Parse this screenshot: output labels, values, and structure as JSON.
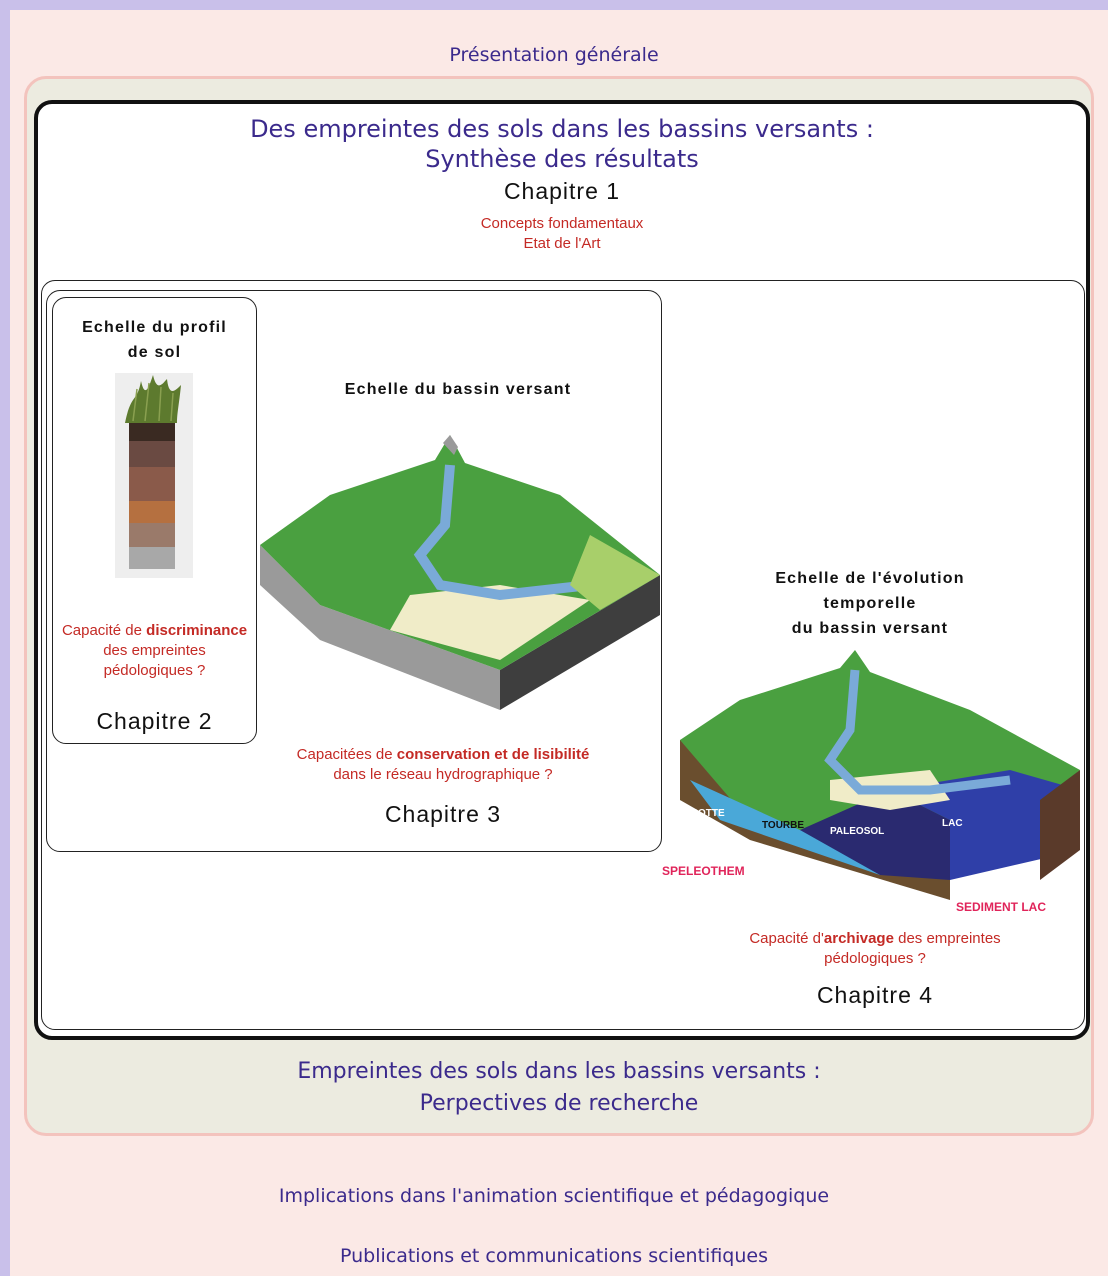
{
  "header": {
    "title": "Présentation générale"
  },
  "main": {
    "title_line1": "Des empreintes des sols dans les bassins versants :",
    "title_line2": "Synthèse des résultats",
    "chapitre1": {
      "label": "Chapitre 1",
      "sub1": "Concepts fondamentaux",
      "sub2": "Etat de l'Art"
    },
    "profil": {
      "title_line1": "Echelle du profil",
      "title_line2": "de sol",
      "q_prefix": "Capacité de ",
      "q_bold": "discriminance",
      "q_line2": "des empreintes",
      "q_line3": "pédologiques ?",
      "chapter": "Chapitre 2"
    },
    "bassin": {
      "title": "Echelle du bassin versant",
      "q_prefix": "Capacitées de ",
      "q_bold": "conservation et de lisibilité",
      "q_line2": "dans le réseau hydrographique ?",
      "chapter": "Chapitre 3"
    },
    "evolution": {
      "title_line1": "Echelle de l'évolution",
      "title_line2": "temporelle",
      "title_line3": "du bassin versant",
      "tags": {
        "grotte": "GROTTE",
        "tourbe": "TOURBE",
        "paleosol": "PALEOSOL",
        "lac": "LAC",
        "speleothem": "SPELEOTHEM",
        "sediment": "SEDIMENT LAC"
      },
      "q_prefix": "Capacité d'",
      "q_bold": "archivage",
      "q_suffix": " des empreintes",
      "q_line2": "pédologiques  ?",
      "chapter": "Chapitre 4"
    }
  },
  "footer": {
    "title_line1": "Empreintes des sols dans les bassins versants :",
    "title_line2": "Perpectives de recherche"
  },
  "links": {
    "implications": "Implications dans l'animation scientifique et pédagogique",
    "publications": "Publications et communications scientifiques"
  },
  "colors": {
    "purple": "#3b2a8c",
    "red": "#c42a25",
    "border": "#c9c0ea",
    "panel": "#ecebe0"
  }
}
